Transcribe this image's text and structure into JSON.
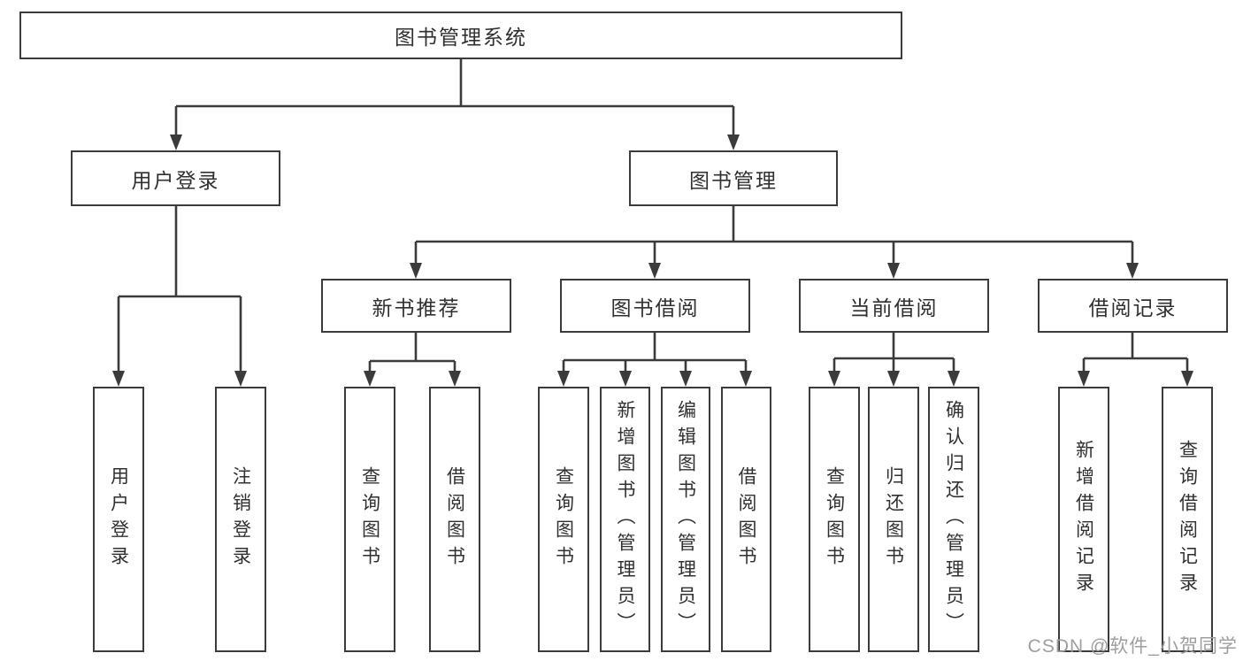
{
  "tree": {
    "root": "图书管理系统",
    "branches": [
      {
        "label": "用户登录",
        "leaves": [
          "用户登录",
          "注销登录"
        ]
      },
      {
        "label": "图书管理",
        "children": [
          {
            "label": "新书推荐",
            "leaves": [
              "查询图书",
              "借阅图书"
            ]
          },
          {
            "label": "图书借阅",
            "leaves": [
              "查询图书",
              "新增图书（管理员）",
              "编辑图书（管理员）",
              "借阅图书"
            ]
          },
          {
            "label": "当前借阅",
            "leaves": [
              "查询图书",
              "归还图书",
              "确认归还（管理员）"
            ]
          },
          {
            "label": "借阅记录",
            "leaves": [
              "新增借阅记录",
              "查询借阅记录"
            ]
          }
        ]
      }
    ]
  },
  "watermark": "CSDN @软件_小贺同学",
  "colors": {
    "line": "#3b3b3b",
    "text": "#303030",
    "background": "#ffffff",
    "watermark": "#9e9e9e"
  }
}
